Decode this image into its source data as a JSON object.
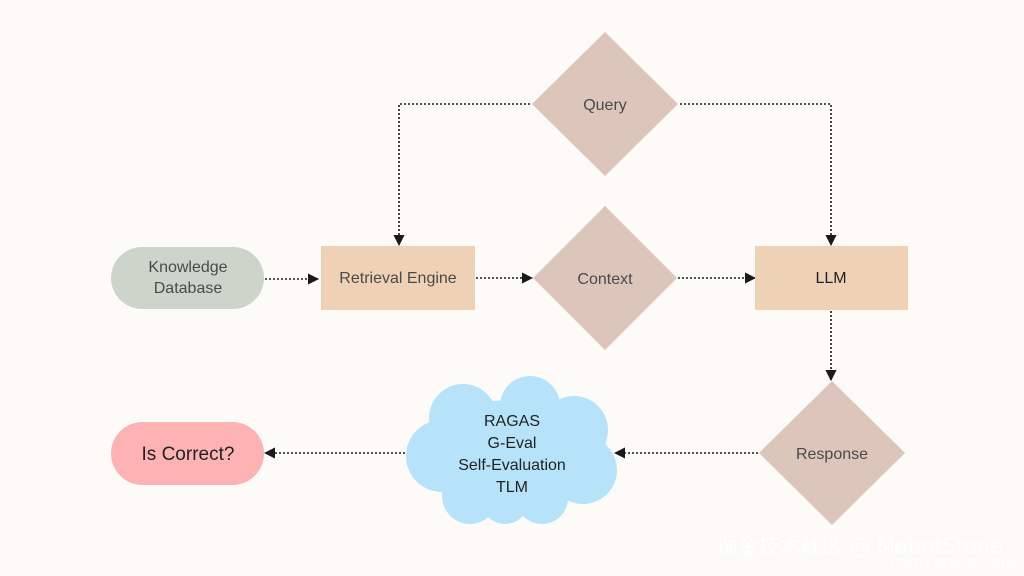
{
  "colors": {
    "background": "#fcfbf7",
    "diamond": "#dcc6bc",
    "box": "#efd1b6",
    "database": "#cdd5cb",
    "result": "#fdb3b3",
    "cloud": "#b6e3fa",
    "connector": "#1a1a1a"
  },
  "nodes": {
    "knowledge_database": {
      "line1": "Knowledge",
      "line2": "Database"
    },
    "retrieval_engine": "Retrieval Engine",
    "query": "Query",
    "context": "Context",
    "llm": "LLM",
    "response": "Response",
    "evaluators": {
      "line1": "RAGAS",
      "line2": "G-Eval",
      "line3": "Self-Evaluation",
      "line4": "TLM"
    },
    "is_correct": "Is Correct?"
  },
  "watermark": {
    "primary": "掘金技术社区 @ MobotStone",
    "secondary": "CSDN @程序学到昏"
  }
}
